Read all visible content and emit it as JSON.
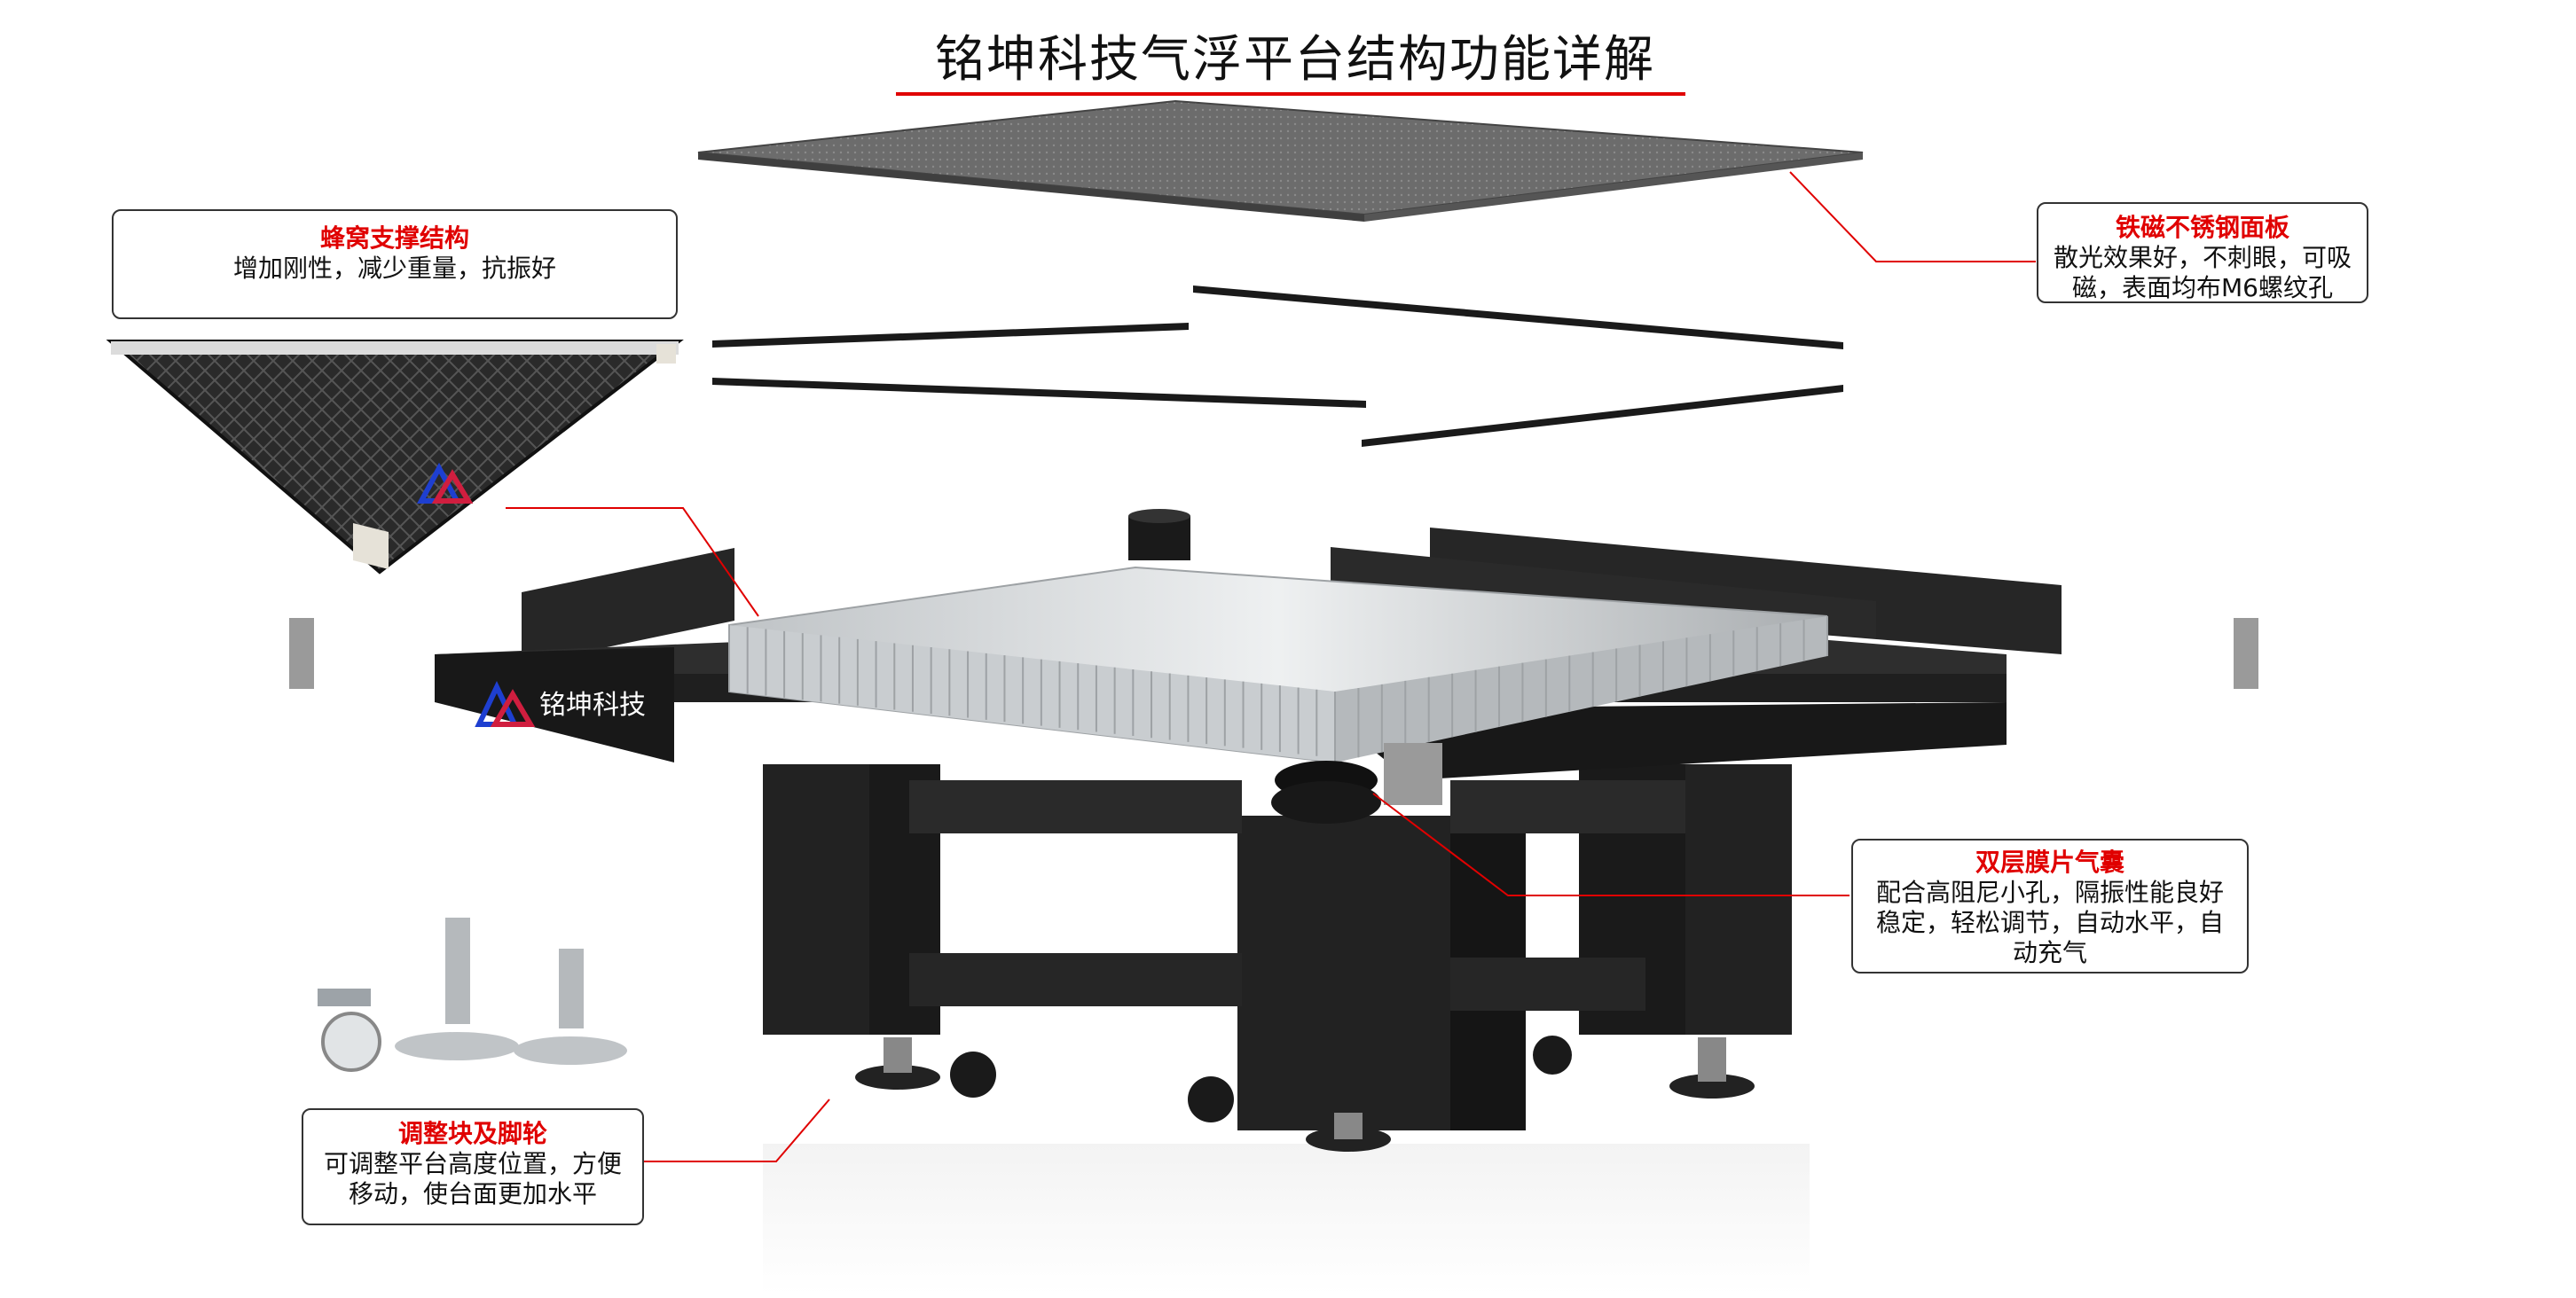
{
  "title": "铭坤科技气浮平台结构功能详解",
  "brand": "铭坤科技",
  "callouts": {
    "honeycomb": {
      "title": "蜂窝支撑结构",
      "desc": "增加刚性，减少重量，抗振好"
    },
    "steel_plate": {
      "title": "铁磁不锈钢面板",
      "desc1": "散光效果好，不刺眼，可吸",
      "desc2": "磁，表面均布M6螺纹孔"
    },
    "air_bag": {
      "title": "双层膜片气囊",
      "desc1": "配合高阻尼小孔，隔振性能良好",
      "desc2": "稳定，轻松调节，自动水平，自",
      "desc3": "动充气"
    },
    "feet": {
      "title": "调整块及脚轮",
      "desc1": "可调整平台高度位置，方便",
      "desc2": "移动，使台面更加水平"
    }
  },
  "colors": {
    "accent": "#e00000",
    "frame": "#222222",
    "plate": "#6f6f6f",
    "honeycomb": "#d8dadc"
  }
}
